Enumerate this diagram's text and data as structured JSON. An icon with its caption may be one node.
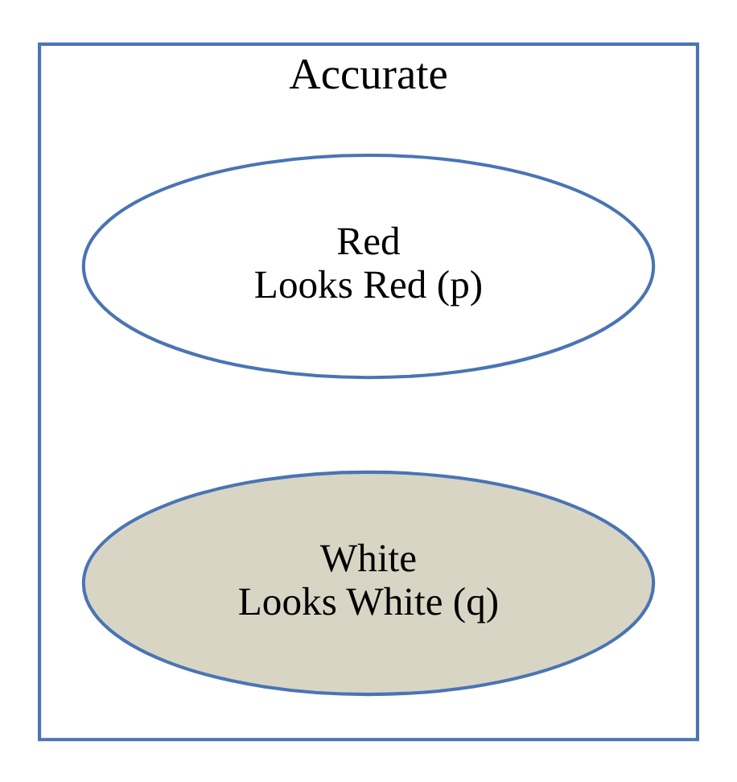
{
  "diagram": {
    "nodes": [
      {
        "text": [
          "Accurate"
        ]
      },
      {
        "text": [
          "Red",
          "Looks Red (p)"
        ],
        "in": 0
      },
      {
        "text": [
          "White",
          "Looks White (q)"
        ],
        "in": 0
      }
    ]
  }
}
